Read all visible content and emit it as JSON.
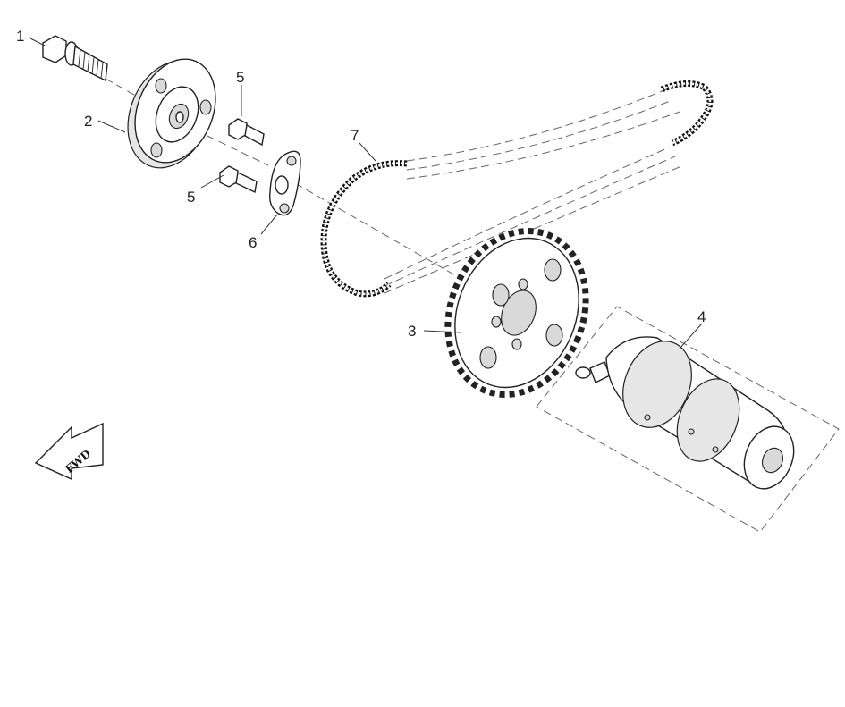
{
  "figure": {
    "callouts": [
      {
        "id": "1",
        "text": "1"
      },
      {
        "id": "2",
        "text": "2"
      },
      {
        "id": "3",
        "text": "3"
      },
      {
        "id": "4",
        "text": "4"
      },
      {
        "id": "5a",
        "text": "5"
      },
      {
        "id": "5b",
        "text": "5"
      },
      {
        "id": "6",
        "text": "6"
      },
      {
        "id": "7",
        "text": "7"
      }
    ],
    "direction_marker": {
      "text": "FWD"
    }
  },
  "colors": {
    "line": "#222222",
    "shade": "#e6e6e6",
    "background": "#ffffff"
  }
}
